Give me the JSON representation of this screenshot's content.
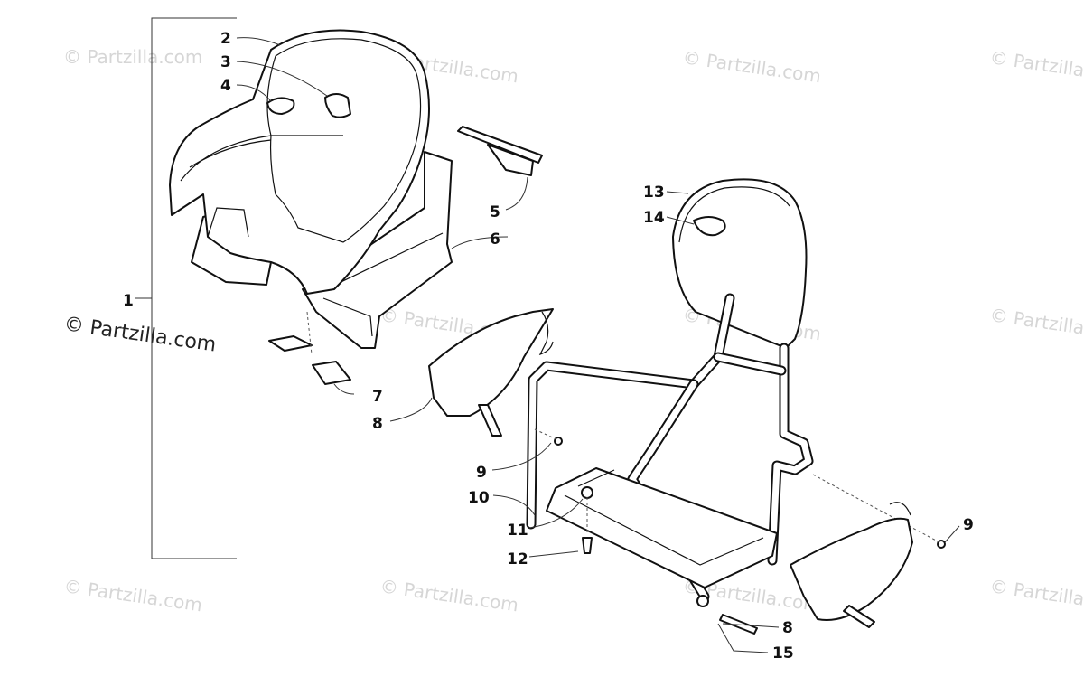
{
  "watermark": {
    "text": "© Partzilla.com",
    "main_text": "© Partzilla.com",
    "color": "#d6d6d6"
  },
  "labels": [
    {
      "id": "1",
      "text": "1"
    },
    {
      "id": "2",
      "text": "2"
    },
    {
      "id": "3",
      "text": "3"
    },
    {
      "id": "4",
      "text": "4"
    },
    {
      "id": "5",
      "text": "5"
    },
    {
      "id": "6",
      "text": "6"
    },
    {
      "id": "7",
      "text": "7"
    },
    {
      "id": "8a",
      "text": "8"
    },
    {
      "id": "9a",
      "text": "9"
    },
    {
      "id": "10",
      "text": "10"
    },
    {
      "id": "11",
      "text": "11"
    },
    {
      "id": "12",
      "text": "12"
    },
    {
      "id": "13",
      "text": "13"
    },
    {
      "id": "14",
      "text": "14"
    },
    {
      "id": "9b",
      "text": "9"
    },
    {
      "id": "8b",
      "text": "8"
    },
    {
      "id": "15",
      "text": "15"
    }
  ]
}
